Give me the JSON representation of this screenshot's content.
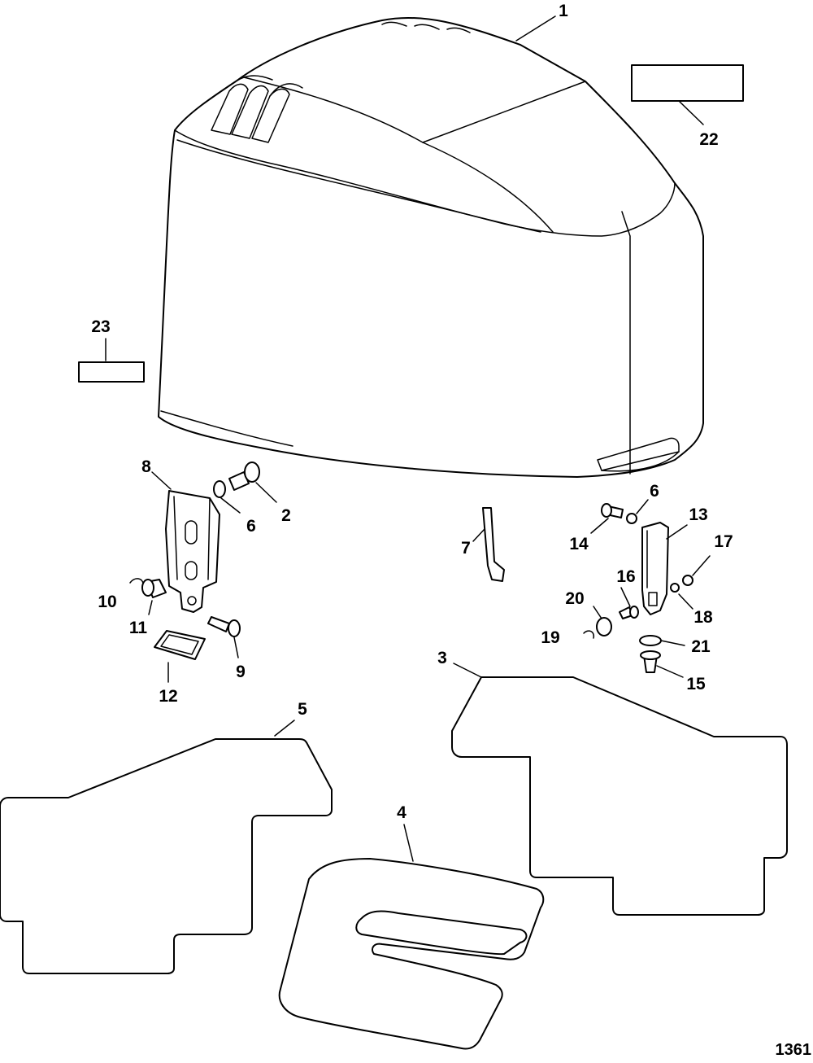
{
  "diagram": {
    "figure_number": "1361",
    "callouts": [
      {
        "id": "1",
        "label": "1"
      },
      {
        "id": "2",
        "label": "2"
      },
      {
        "id": "3",
        "label": "3"
      },
      {
        "id": "4",
        "label": "4"
      },
      {
        "id": "5",
        "label": "5"
      },
      {
        "id": "6a",
        "label": "6"
      },
      {
        "id": "6b",
        "label": "6"
      },
      {
        "id": "7",
        "label": "7"
      },
      {
        "id": "8",
        "label": "8"
      },
      {
        "id": "9",
        "label": "9"
      },
      {
        "id": "10",
        "label": "10"
      },
      {
        "id": "11",
        "label": "11"
      },
      {
        "id": "12",
        "label": "12"
      },
      {
        "id": "13",
        "label": "13"
      },
      {
        "id": "14",
        "label": "14"
      },
      {
        "id": "15",
        "label": "15"
      },
      {
        "id": "16",
        "label": "16"
      },
      {
        "id": "17",
        "label": "17"
      },
      {
        "id": "18",
        "label": "18"
      },
      {
        "id": "19",
        "label": "19"
      },
      {
        "id": "20",
        "label": "20"
      },
      {
        "id": "21",
        "label": "21"
      },
      {
        "id": "22",
        "label": "22"
      },
      {
        "id": "23",
        "label": "23"
      }
    ]
  }
}
